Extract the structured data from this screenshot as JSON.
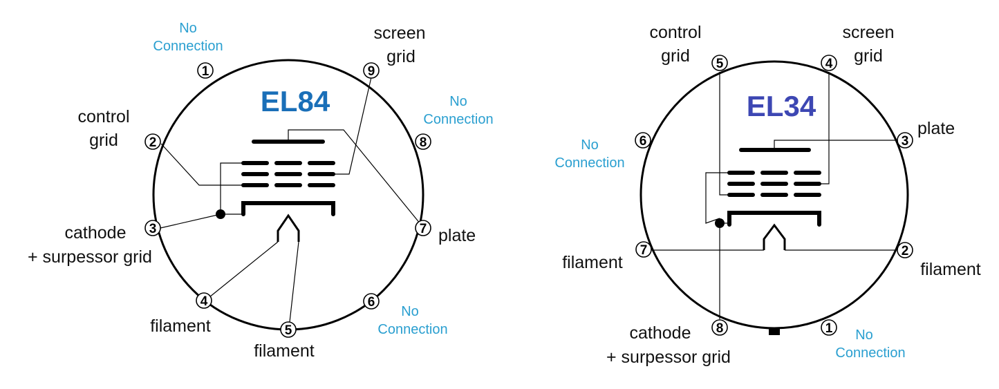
{
  "colors": {
    "no_connection": "#2a9fd0",
    "el84_title": "#1a6fb8",
    "el34_title": "#3d47b3"
  },
  "el84": {
    "title": "EL84",
    "pins": {
      "p1": "1",
      "p2": "2",
      "p3": "3",
      "p4": "4",
      "p5": "5",
      "p6": "6",
      "p7": "7",
      "p8": "8",
      "p9": "9"
    },
    "labels": {
      "nc1_line1": "No",
      "nc1_line2": "Connection",
      "screen_line1": "screen",
      "screen_line2": "grid",
      "nc8_line1": "No",
      "nc8_line2": "Connection",
      "control_line1": "control",
      "control_line2": "grid",
      "cathode_line1": "cathode",
      "cathode_line2": "+ surpessor grid",
      "plate": "plate",
      "filament4": "filament",
      "filament5": "filament",
      "nc6_line1": "No",
      "nc6_line2": "Connection"
    }
  },
  "el34": {
    "title": "EL34",
    "pins": {
      "p1": "1",
      "p2": "2",
      "p3": "3",
      "p4": "4",
      "p5": "5",
      "p6": "6",
      "p7": "7",
      "p8": "8"
    },
    "labels": {
      "control_line1": "control",
      "control_line2": "grid",
      "screen_line1": "screen",
      "screen_line2": "grid",
      "plate": "plate",
      "nc6_line1": "No",
      "nc6_line2": "Connection",
      "filament7": "filament",
      "filament2": "filament",
      "cathode_line1": "cathode",
      "cathode_line2": "+ surpessor grid",
      "nc1_line1": "No",
      "nc1_line2": "Connection"
    }
  }
}
